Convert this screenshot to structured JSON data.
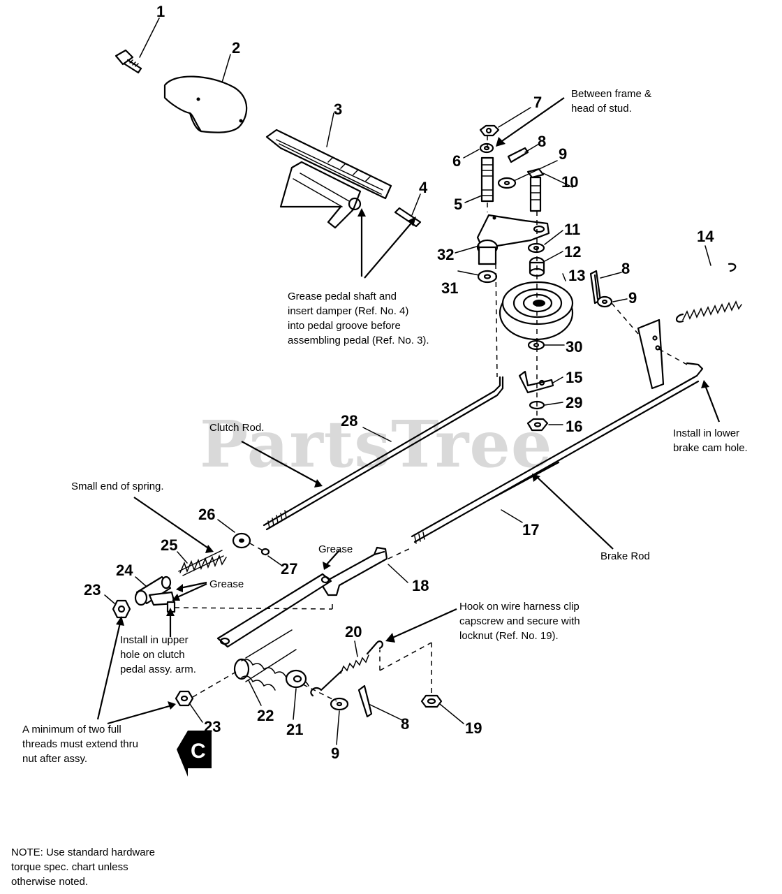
{
  "watermark": "PartsTree",
  "section_badge": "C",
  "notes": {
    "between_frame": "Between frame &\nhead of stud.",
    "grease_pedal": "Grease pedal shaft and\ninsert damper (Ref. No. 4)\ninto pedal groove before\nassembling pedal (Ref. No. 3).",
    "clutch_rod": "Clutch Rod.",
    "install_lower": "Install in lower\nbrake cam hole.",
    "small_end": "Small end of spring.",
    "grease_18": "Grease",
    "grease_24": "Grease",
    "brake_rod": "Brake Rod",
    "hook_wire": "Hook on wire harness clip\ncapscrew and secure with\nlocknut (Ref. No. 19).",
    "install_upper": "Install in upper\nhole on clutch\npedal assy. arm.",
    "min_threads": "A minimum of two full\nthreads must extend thru\nnut after assy.",
    "footnote": "NOTE: Use standard hardware\ntorque spec. chart unless\notherwise noted."
  },
  "part_numbers": {
    "n1": "1",
    "n2": "2",
    "n3": "3",
    "n4": "4",
    "n5": "5",
    "n6": "6",
    "n7": "7",
    "n8a": "8",
    "n8b": "8",
    "n8c": "8",
    "n9a": "9",
    "n9b": "9",
    "n9c": "9",
    "n10": "10",
    "n11": "11",
    "n12": "12",
    "n13": "13",
    "n14": "14",
    "n15": "15",
    "n16": "16",
    "n17": "17",
    "n18": "18",
    "n19": "19",
    "n20": "20",
    "n21": "21",
    "n22": "22",
    "n23a": "23",
    "n23b": "23",
    "n24": "24",
    "n25": "25",
    "n26": "26",
    "n27": "27",
    "n28": "28",
    "n29": "29",
    "n30": "30",
    "n31": "31",
    "n32": "32"
  }
}
